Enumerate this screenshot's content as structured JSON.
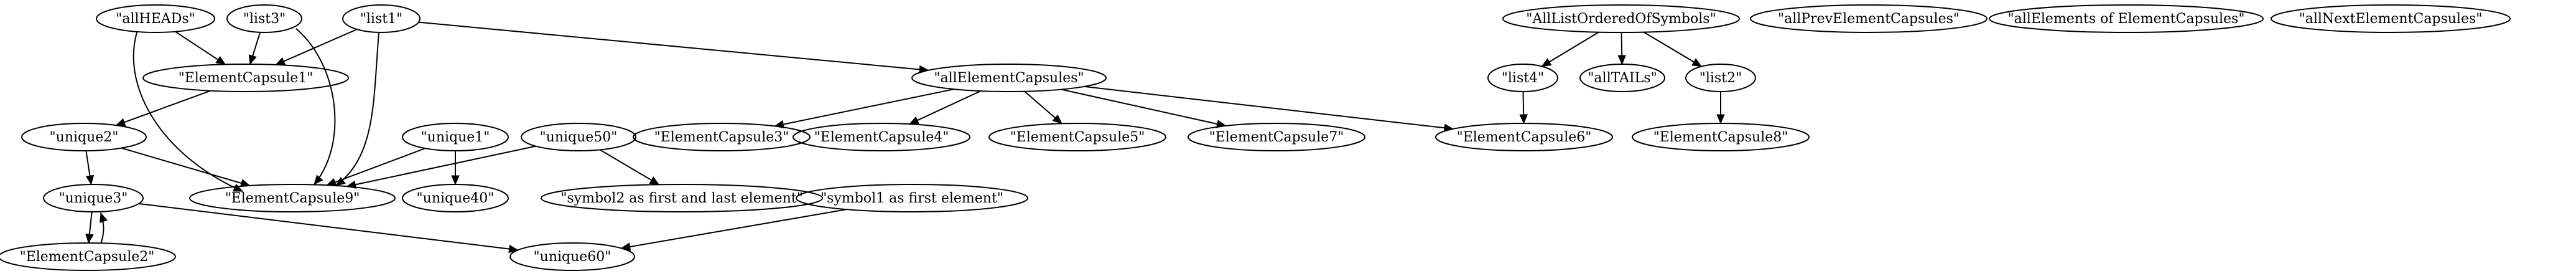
{
  "diagram": {
    "nodes": [
      {
        "id": "allHEADs",
        "label": "\"allHEADs\""
      },
      {
        "id": "list3",
        "label": "\"list3\""
      },
      {
        "id": "list1",
        "label": "\"list1\""
      },
      {
        "id": "ElementCapsule1",
        "label": "\"ElementCapsule1\""
      },
      {
        "id": "unique2",
        "label": "\"unique2\""
      },
      {
        "id": "unique1",
        "label": "\"unique1\""
      },
      {
        "id": "unique50",
        "label": "\"unique50\""
      },
      {
        "id": "ElementCapsule9",
        "label": "\"ElementCapsule9\""
      },
      {
        "id": "unique40",
        "label": "\"unique40\""
      },
      {
        "id": "unique3",
        "label": "\"unique3\""
      },
      {
        "id": "ElementCapsule2",
        "label": "\"ElementCapsule2\""
      },
      {
        "id": "unique60",
        "label": "\"unique60\""
      },
      {
        "id": "symbol2",
        "label": "\"symbol2 as first and last element\""
      },
      {
        "id": "symbol1",
        "label": "\"symbol1 as first element\""
      },
      {
        "id": "allElementCapsules",
        "label": "\"allElementCapsules\""
      },
      {
        "id": "ElementCapsule3",
        "label": "\"ElementCapsule3\""
      },
      {
        "id": "ElementCapsule4",
        "label": "\"ElementCapsule4\""
      },
      {
        "id": "ElementCapsule5",
        "label": "\"ElementCapsule5\""
      },
      {
        "id": "ElementCapsule7",
        "label": "\"ElementCapsule7\""
      },
      {
        "id": "ElementCapsule6",
        "label": "\"ElementCapsule6\""
      },
      {
        "id": "AllListOrderedOfSymbols",
        "label": "\"AllListOrderedOfSymbols\""
      },
      {
        "id": "list4",
        "label": "\"list4\""
      },
      {
        "id": "allTAILs",
        "label": "\"allTAILs\""
      },
      {
        "id": "list2",
        "label": "\"list2\""
      },
      {
        "id": "ElementCapsule8",
        "label": "\"ElementCapsule8\""
      },
      {
        "id": "allPrevElementCapsules",
        "label": "\"allPrevElementCapsules\""
      },
      {
        "id": "allElementsOfElementCapsules",
        "label": "\"allElements of ElementCapsules\""
      },
      {
        "id": "allNextElementCapsules",
        "label": "\"allNextElementCapsules\""
      }
    ],
    "edges": [
      {
        "from": "allHEADs",
        "to": "ElementCapsule1"
      },
      {
        "from": "allHEADs",
        "to": "ElementCapsule9"
      },
      {
        "from": "list3",
        "to": "ElementCapsule1"
      },
      {
        "from": "list3",
        "to": "ElementCapsule9"
      },
      {
        "from": "list1",
        "to": "ElementCapsule1"
      },
      {
        "from": "list1",
        "to": "ElementCapsule9"
      },
      {
        "from": "list1",
        "to": "allElementCapsules"
      },
      {
        "from": "ElementCapsule1",
        "to": "unique2"
      },
      {
        "from": "unique2",
        "to": "unique3"
      },
      {
        "from": "unique2",
        "to": "ElementCapsule9"
      },
      {
        "from": "unique1",
        "to": "ElementCapsule9"
      },
      {
        "from": "unique1",
        "to": "unique40"
      },
      {
        "from": "unique50",
        "to": "ElementCapsule9"
      },
      {
        "from": "unique50",
        "to": "symbol2"
      },
      {
        "from": "unique3",
        "to": "ElementCapsule2"
      },
      {
        "from": "ElementCapsule2",
        "to": "unique3"
      },
      {
        "from": "unique3",
        "to": "unique60"
      },
      {
        "from": "symbol1",
        "to": "unique60"
      },
      {
        "from": "allElementCapsules",
        "to": "ElementCapsule3"
      },
      {
        "from": "allElementCapsules",
        "to": "ElementCapsule4"
      },
      {
        "from": "allElementCapsules",
        "to": "ElementCapsule5"
      },
      {
        "from": "allElementCapsules",
        "to": "ElementCapsule7"
      },
      {
        "from": "allElementCapsules",
        "to": "ElementCapsule6"
      },
      {
        "from": "AllListOrderedOfSymbols",
        "to": "list4"
      },
      {
        "from": "AllListOrderedOfSymbols",
        "to": "allTAILs"
      },
      {
        "from": "AllListOrderedOfSymbols",
        "to": "list2"
      },
      {
        "from": "list4",
        "to": "ElementCapsule6"
      },
      {
        "from": "list2",
        "to": "ElementCapsule8"
      }
    ]
  }
}
